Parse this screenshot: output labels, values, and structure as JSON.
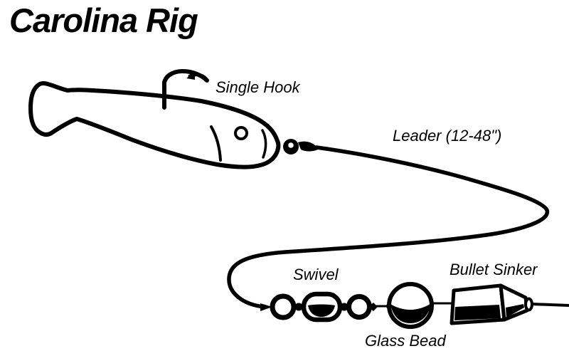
{
  "title": "Carolina Rig",
  "diagram": {
    "type": "fishing-rig-diagram",
    "labels": {
      "single_hook": "Single Hook",
      "leader": "Leader (12-48\")",
      "swivel": "Swivel",
      "glass_bead": "Glass Bead",
      "bullet_sinker": "Bullet Sinker"
    },
    "components": [
      "soft-plastic-bait",
      "single-hook",
      "leader-line",
      "swivel",
      "glass-bead",
      "bullet-sinker",
      "main-line"
    ],
    "colors": {
      "ink": "#000000",
      "background": "#ffffff"
    }
  }
}
